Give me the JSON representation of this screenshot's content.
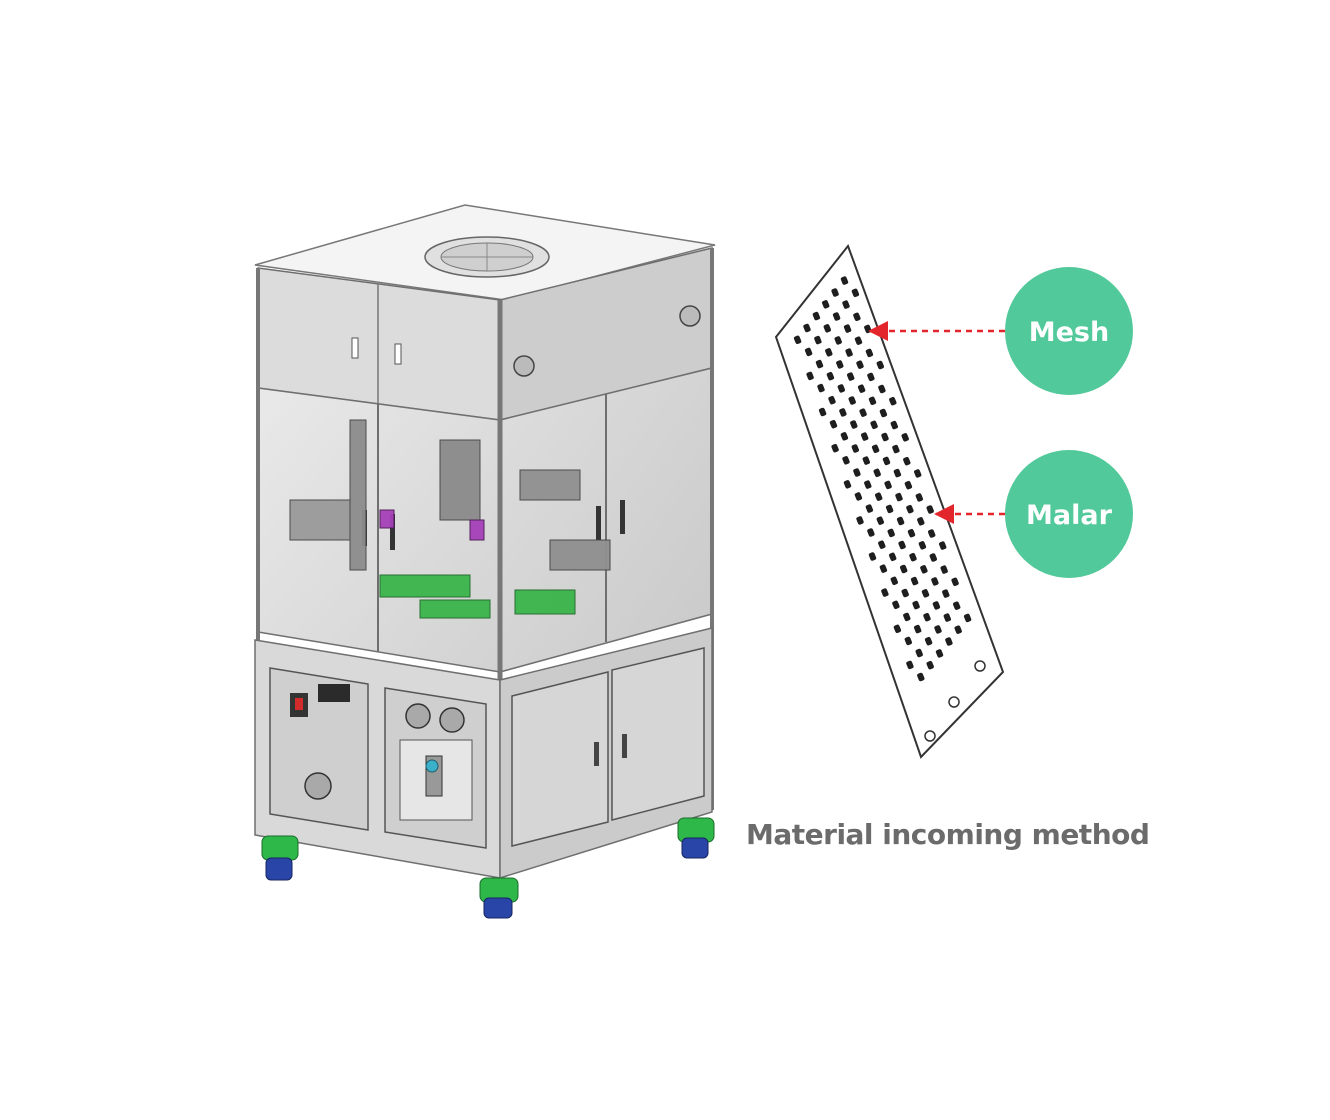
{
  "callouts": {
    "mesh": {
      "label": "Mesh"
    },
    "malar": {
      "label": "Malar"
    }
  },
  "caption": "Material incoming method",
  "colors": {
    "callout_fill": "#52c99a",
    "arrow": "#e3262b",
    "caption_text": "#6b6b6b",
    "frame": "#9a9a9a",
    "panel": "#d6d6d6",
    "wheel_green": "#2fb84a",
    "wheel_blue": "#2a45a8",
    "interior_green": "#3ab54a"
  },
  "icons": [
    "machine-illustration",
    "mesh-sheet-illustration",
    "fan-icon",
    "caster-wheel-icon"
  ]
}
